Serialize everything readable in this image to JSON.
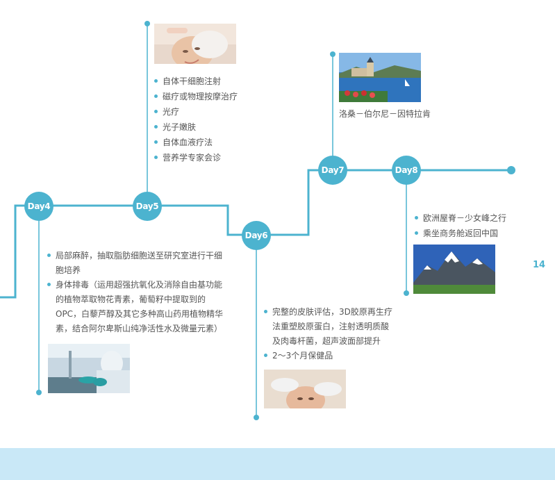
{
  "days": {
    "day4": "Day4",
    "day5": "Day5",
    "day6": "Day6",
    "day7": "Day7",
    "day8": "Day8"
  },
  "day5_items": [
    "自体干细胞注射",
    "磁疗或物理按摩治疗",
    "光疗",
    "光子嫩肤",
    "自体血液疗法",
    "营养学专家会诊"
  ],
  "day4_items": [
    "局部麻醉，抽取脂肪细胞送至研究室进行干细胞培养",
    "身体排毒（运用超强抗氧化及消除自由基功能的植物萃取物花青素，葡萄籽中提取到的OPC，白藜芦醇及其它多种高山药用植物精华素，结合阿尔卑斯山纯净活性水及微量元素）"
  ],
  "day6_items": [
    "完整的皮肤评估，3D胶原再生疗法重塑胶原蛋白，注射透明质酸及肉毒杆菌，超声波面部提升",
    "2～3个月保健品"
  ],
  "day7_caption": "洛桑－伯尔尼－因特拉肯",
  "day8_items": [
    "欧洲屋脊－少女峰之行",
    "乘坐商务舱返回中国"
  ],
  "page_number": "14",
  "colors": {
    "accent": "#4cb3cf",
    "footer": "#c9e8f7"
  }
}
